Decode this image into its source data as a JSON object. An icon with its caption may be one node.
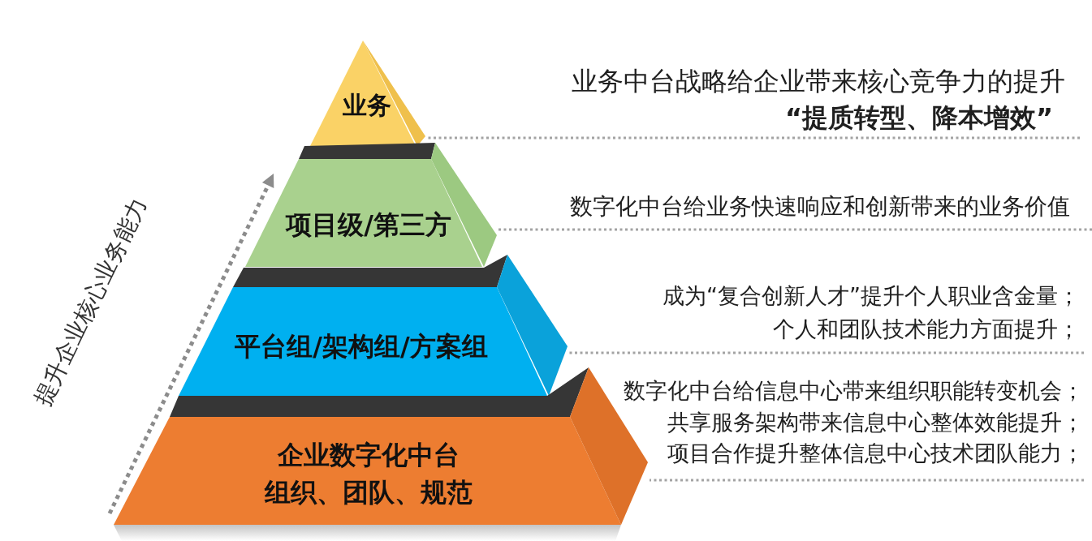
{
  "diagram": {
    "nodes": [
      {
        "text": [
          "业务"
        ]
      },
      {
        "text": [
          "项目级/第三方"
        ]
      },
      {
        "text": [
          "平台组/架构组/方案组"
        ]
      },
      {
        "text": [
          "企业数字化中台",
          "组织、团队、规范"
        ]
      },
      {
        "text": [
          "业务中台战略给企业带来核心竞争力的提升",
          "“提质转型、降本增效”"
        ]
      },
      {
        "text": [
          "数字化中台给业务快速响应和创新带来的业务价值"
        ]
      },
      {
        "text": [
          "成为“复合创新人才”提升个人职业含金量；",
          "个人和团队技术能力方面提升；"
        ]
      },
      {
        "text": [
          "数字化中台给信息中心带来组织职能转变机会；",
          "共享服务架构带来信息中心整体效能提升；",
          "项目合作提升整体信息中心技术团队能力；"
        ]
      }
    ],
    "edges": [
      {
        "from": 4,
        "to": 0,
        "arrow": "none",
        "style": "dashed"
      },
      {
        "from": 5,
        "to": 1,
        "arrow": "none",
        "style": "dashed"
      },
      {
        "from": 6,
        "to": 2,
        "arrow": "none",
        "style": "dashed"
      },
      {
        "from": 7,
        "to": 3,
        "arrow": "none",
        "style": "dashed"
      }
    ],
    "labels": [
      "提升企业核心业务能力"
    ]
  }
}
